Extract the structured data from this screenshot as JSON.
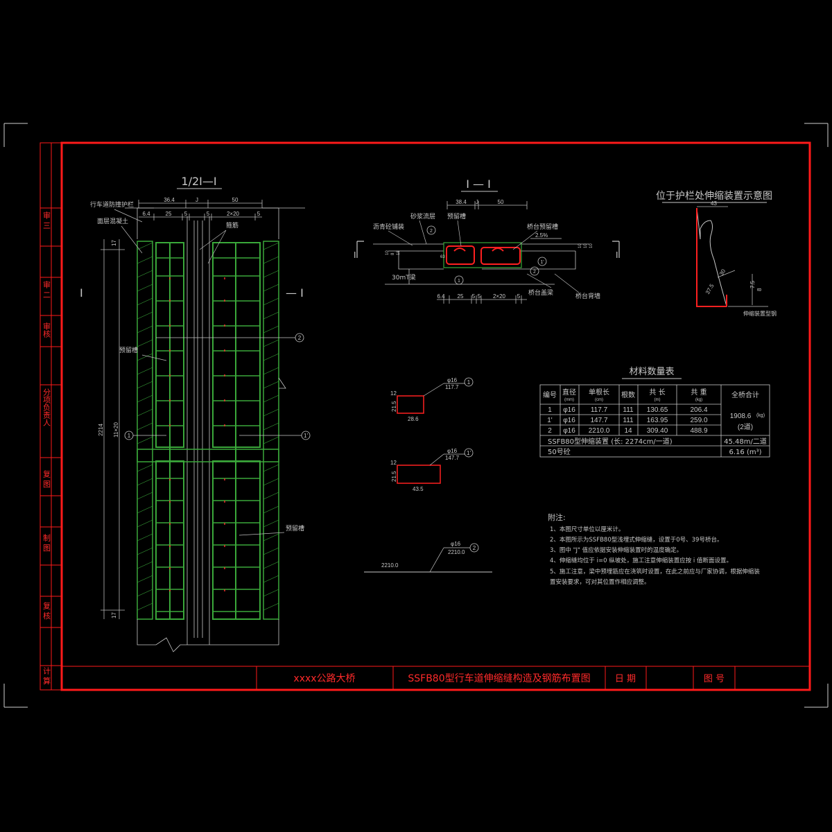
{
  "colors": {
    "background": "#000000",
    "frame": "#ff1a1a",
    "drawing": "#3aa83a",
    "text": "#c8c8c8",
    "rebar": "#ff2020",
    "dim": "#bbbbbb"
  },
  "left_view": {
    "title": "1/2Ⅰ—Ⅰ",
    "section_left": "Ⅰ",
    "section_right": "— Ⅰ",
    "labels": [
      "行车道防撞护栏",
      "面层混凝土",
      "预留槽",
      "预留槽",
      "箍筋"
    ],
    "dims_top": [
      "36.4",
      "J",
      "50",
      "6.4",
      "25",
      "5",
      "5",
      "2×20",
      "5"
    ],
    "dims_side": [
      "17",
      "2214",
      "11×20",
      "17"
    ],
    "callouts": [
      "2",
      "1",
      "1'"
    ]
  },
  "section": {
    "title": "Ⅰ — Ⅰ",
    "marker_left": "Ⅰ",
    "marker_right": "Ⅰ",
    "labels": [
      "沥青砼铺装",
      "砂浆流层",
      "预留槽",
      "桥台预留槽",
      "30mT梁",
      "桥台盖梁",
      "桥台背墙"
    ],
    "dims_top": [
      "38.4",
      "J",
      "50"
    ],
    "dims_bottom": [
      "6.4",
      "25",
      "5",
      "5",
      "2×20",
      "5"
    ],
    "slope": "2.5%",
    "callouts": [
      "2",
      "1",
      "1'",
      "2"
    ],
    "small_dims": [
      "10",
      "8",
      "18",
      "10",
      "10",
      "10",
      "63"
    ]
  },
  "guardrail": {
    "title": "位于护栏处伸缩装置示意图",
    "dims": [
      "43",
      "30",
      "37.5",
      "7.5",
      "8"
    ],
    "label": "伸缩装置型钢"
  },
  "bars": [
    {
      "dia": "φ16",
      "len": "117.7",
      "id": "1",
      "h1": "12",
      "h2": "21.5",
      "w": "28.6"
    },
    {
      "dia": "φ16",
      "len": "147.7",
      "id": "1'",
      "h1": "12",
      "h2": "21.5",
      "w": "43.5"
    },
    {
      "dia": "φ16",
      "len": "2210.0",
      "id": "2",
      "total": "2210.0"
    }
  ],
  "table": {
    "title": "材料数量表",
    "headers": [
      "编号",
      "直径",
      "单根长",
      "根数",
      "共  长",
      "共  重",
      "全桥合计"
    ],
    "units": [
      "(mm)",
      "(cm)",
      "(m)",
      "(kg)"
    ],
    "rows": [
      [
        "1",
        "φ16",
        "117.7",
        "111",
        "130.65",
        "206.4"
      ],
      [
        "1'",
        "φ16",
        "147.7",
        "111",
        "163.95",
        "259.0"
      ],
      [
        "2",
        "φ16",
        "2210.0",
        "14",
        "309.40",
        "488.9"
      ]
    ],
    "total_value": "1908.6",
    "total_unit": "(kg)",
    "total_note": "(2道)",
    "row_device": "SSFB80型伸缩装置 (长: 2274cm/一道)",
    "row_device_value": "45.48m/二道",
    "row_concrete": "50号砼",
    "row_concrete_value": "6.16 (m³)"
  },
  "notes": {
    "title": "附注:",
    "items": [
      "1、本图尺寸单位以厘米计。",
      "2、本图所示为SSFB80型浅埋式伸缩缝，设置于0号、39号桥台。",
      "3、图中 \"J\" 值应依据安装伸缩装置时的温度确定。",
      "4、伸缩缝均位于 i=0 纵坡处，施工注意伸缩装置应按 i 值断面设置。",
      "5、施工注意，梁中预埋筋应在浇筑时设置，在此之前应与厂家协调，根据伸缩装",
      "   置安装要求，可对其位置作相应调整。"
    ]
  },
  "sidebar": [
    "审  三",
    "审  二",
    "审核",
    "分项负责人",
    "复  图",
    "制  图",
    "复  核",
    "计  算"
  ],
  "title_block": {
    "project": "xxxx公路大桥",
    "drawing_title": "SSFB80型行车道伸缩缝构造及钢筋布置图",
    "date_label": "日  期",
    "number_label": "图  号"
  }
}
